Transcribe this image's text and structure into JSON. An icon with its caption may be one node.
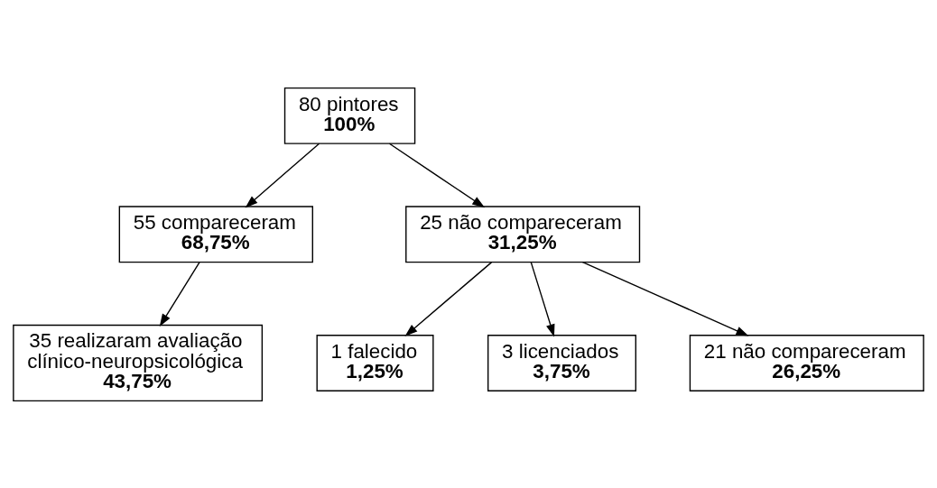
{
  "diagram": {
    "nodes": [
      {
        "text": [
          "80 pintores",
          "100%"
        ]
      },
      {
        "text": [
          "55 compareceram",
          "68,75%"
        ]
      },
      {
        "text": [
          "25 não compareceram",
          "31,25%"
        ]
      },
      {
        "text": [
          "35 realizaram avaliação clínico-neuropsicológica",
          "43,75%"
        ]
      },
      {
        "text": [
          "1 falecido",
          "1,25%"
        ]
      },
      {
        "text": [
          "3 licenciados",
          "3,75%"
        ]
      },
      {
        "text": [
          "21 não compareceram",
          "26,25%"
        ]
      }
    ],
    "edges": [
      {
        "from": 0,
        "to": 1,
        "arrow": "to"
      },
      {
        "from": 0,
        "to": 2,
        "arrow": "to"
      },
      {
        "from": 1,
        "to": 3,
        "arrow": "to"
      },
      {
        "from": 2,
        "to": 4,
        "arrow": "to"
      },
      {
        "from": 2,
        "to": 5,
        "arrow": "to"
      },
      {
        "from": 2,
        "to": 6,
        "arrow": "to"
      }
    ]
  }
}
